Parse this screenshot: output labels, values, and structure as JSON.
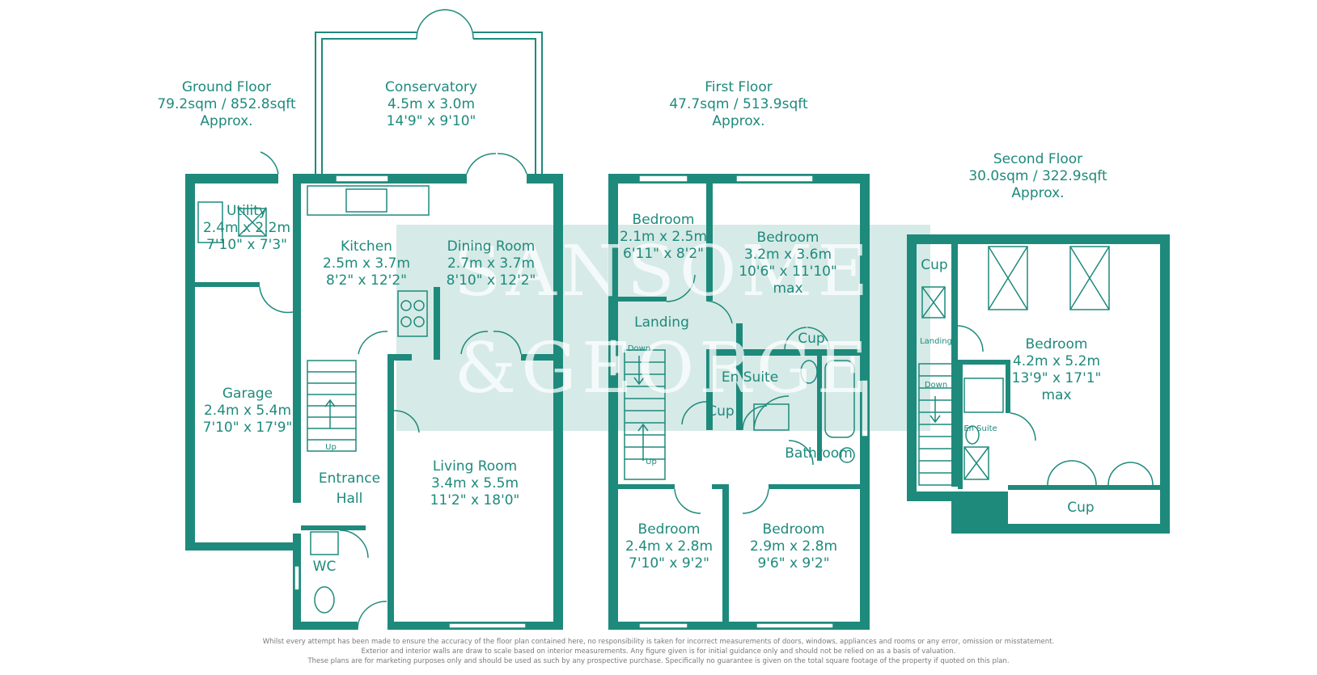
{
  "brand": {
    "accent": "#1e8a7c",
    "watermark_line1": "SANSOME",
    "watermark_line2": "&GEORGE"
  },
  "floors": {
    "ground": {
      "name": "Ground Floor",
      "area": "79.2sqm / 852.8sqft",
      "approx": "Approx."
    },
    "first": {
      "name": "First Floor",
      "area": "47.7sqm / 513.9sqft",
      "approx": "Approx."
    },
    "second": {
      "name": "Second Floor",
      "area": "30.0sqm / 322.9sqft",
      "approx": "Approx."
    }
  },
  "rooms": {
    "conservatory": {
      "name": "Conservatory",
      "metric": "4.5m x 3.0m",
      "imperial": "14'9\" x 9'10\""
    },
    "utility": {
      "name": "Utility",
      "metric": "2.4m x 2.2m",
      "imperial": "7'10\" x 7'3\""
    },
    "kitchen": {
      "name": "Kitchen",
      "metric": "2.5m x 3.7m",
      "imperial": "8'2\" x 12'2\""
    },
    "dining": {
      "name": "Dining Room",
      "metric": "2.7m x 3.7m",
      "imperial": "8'10\" x 12'2\""
    },
    "garage": {
      "name": "Garage",
      "metric": "2.4m x 5.4m",
      "imperial": "7'10\" x 17'9\""
    },
    "hall": {
      "line1": "Entrance",
      "line2": "Hall"
    },
    "living": {
      "name": "Living Room",
      "metric": "3.4m x 5.5m",
      "imperial": "11'2\" x 18'0\""
    },
    "wc": {
      "name": "WC"
    },
    "bed_ff1": {
      "name": "Bedroom",
      "metric": "2.1m x 2.5m",
      "imperial": "6'11\" x 8'2\""
    },
    "bed_ff2": {
      "name": "Bedroom",
      "metric": "3.2m x 3.6m",
      "imperial": "10'6\" x 11'10\"",
      "note": "max"
    },
    "landing_ff": {
      "name": "Landing"
    },
    "cup_ff1": {
      "name": "Cup"
    },
    "ensuite_ff": {
      "name": "En Suite"
    },
    "cup_ff2": {
      "name": "Cup"
    },
    "bathroom": {
      "name": "Bathroom"
    },
    "bed_ff3": {
      "name": "Bedroom",
      "metric": "2.4m x 2.8m",
      "imperial": "7'10\" x 9'2\""
    },
    "bed_ff4": {
      "name": "Bedroom",
      "metric": "2.9m x 2.8m",
      "imperial": "9'6\" x 9'2\""
    },
    "cup_sf1": {
      "name": "Cup"
    },
    "landing_sf": {
      "name": "Landing"
    },
    "bed_sf": {
      "name": "Bedroom",
      "metric": "4.2m x 5.2m",
      "imperial": "13'9\" x 17'1\"",
      "note": "max"
    },
    "ensuite_sf": {
      "name": "En Suite"
    },
    "cup_sf2": {
      "name": "Cup"
    }
  },
  "stairs": {
    "up": "Up",
    "down": "Down"
  },
  "disclaimer": {
    "line1": "Whilst every attempt has been made to ensure the accuracy of the floor plan contained here, no responsibility is taken for incorrect measurements of doors, windows, appliances and rooms or any error, omission or misstatement.",
    "line2": "Exterior and interior walls are draw to scale based on interior measurements. Any figure given is for initial guidance only and should not be relied on as a basis of valuation.",
    "line3": "These plans are for marketing purposes only and should be used as such by any prospective purchase. Specifically no guarantee is given on the total square footage of the property if quoted on this plan."
  }
}
